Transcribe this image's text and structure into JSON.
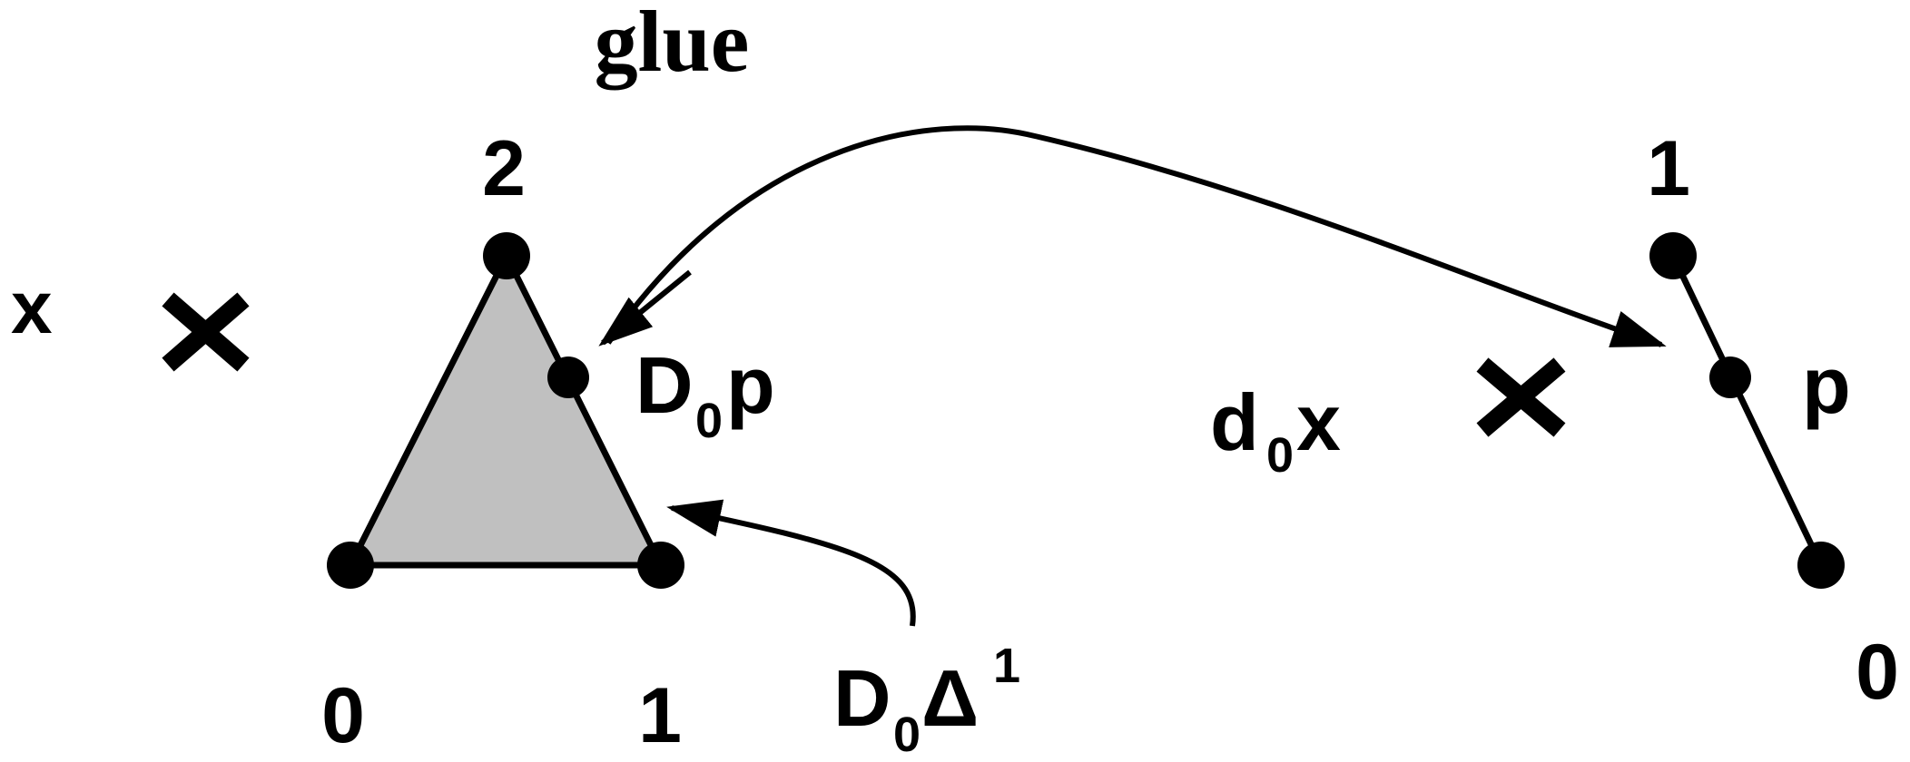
{
  "labels": {
    "glue": "glue",
    "x": "x",
    "vertex_2": "2",
    "vertex_0": "0",
    "vertex_1": "1",
    "d_upper": "D",
    "sub_zero": "0",
    "p": "p",
    "delta": "Δ",
    "sup_one": "1",
    "d_lower": "d",
    "x_small": "x",
    "segment_1": "1",
    "segment_0": "0"
  },
  "colors": {
    "triangle_fill": "#c0c0c0",
    "ink": "#000000"
  },
  "icons": {
    "cross_left": "cross-icon",
    "cross_right": "cross-icon"
  }
}
